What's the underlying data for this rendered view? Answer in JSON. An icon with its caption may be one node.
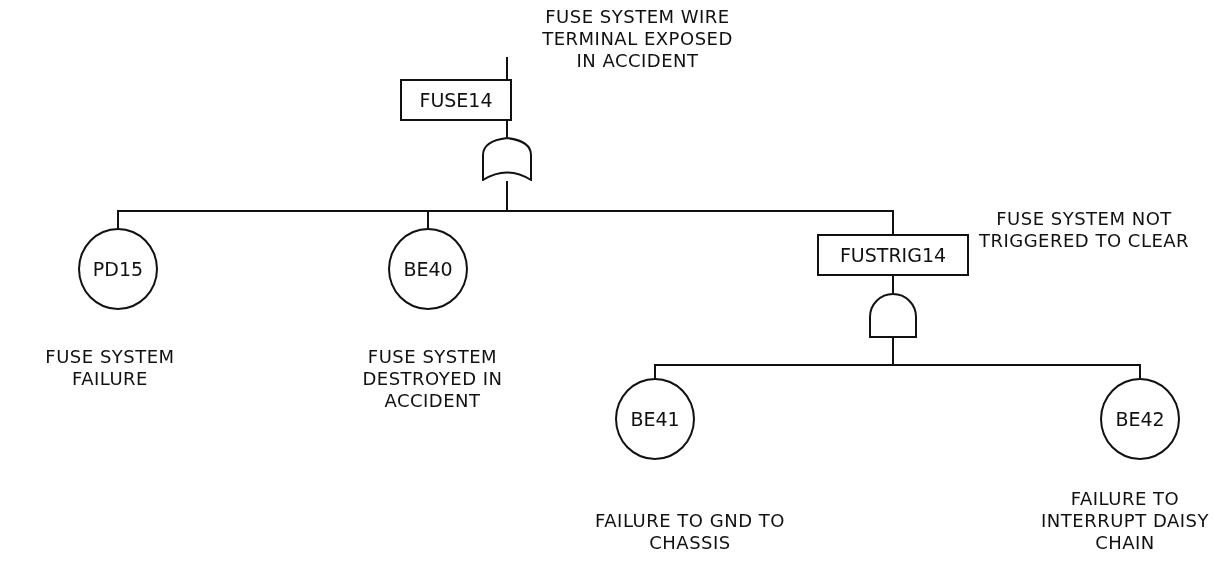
{
  "diagram": {
    "nodes": [
      {
        "text": [
          "FUSE14"
        ],
        "beside": [
          "FUSE SYSTEM WIRE TERMINAL EXPOSED IN ACCIDENT"
        ]
      },
      {
        "text": [],
        "shape": "or-gate"
      },
      {
        "text": [
          "PD15"
        ],
        "beside": [
          "FUSE SYSTEM FAILURE"
        ]
      },
      {
        "text": [
          "BE40"
        ],
        "beside": [
          "FUSE SYSTEM DESTROYED IN ACCIDENT"
        ]
      },
      {
        "text": [
          "FUSTRIG14"
        ],
        "beside": [
          "FUSE SYSTEM NOT TRIGGERED TO CLEAR"
        ]
      },
      {
        "text": [],
        "shape": "and-gate"
      },
      {
        "text": [
          "BE41"
        ],
        "beside": [
          "FAILURE TO GND TO CHASSIS"
        ]
      },
      {
        "text": [
          "BE42"
        ],
        "beside": [
          "FAILURE TO INTERRUPT DAISY CHAIN"
        ]
      }
    ],
    "edges": [
      {
        "from": null,
        "to": 0,
        "arrow": "none"
      },
      {
        "from": 0,
        "to": 1,
        "arrow": "none"
      },
      {
        "from": 1,
        "to": 2,
        "arrow": "none"
      },
      {
        "from": 1,
        "to": 3,
        "arrow": "none"
      },
      {
        "from": 1,
        "to": 4,
        "arrow": "none"
      },
      {
        "from": 4,
        "to": 5,
        "arrow": "none"
      },
      {
        "from": 5,
        "to": 6,
        "arrow": "none"
      },
      {
        "from": 5,
        "to": 7,
        "arrow": "none"
      }
    ]
  }
}
